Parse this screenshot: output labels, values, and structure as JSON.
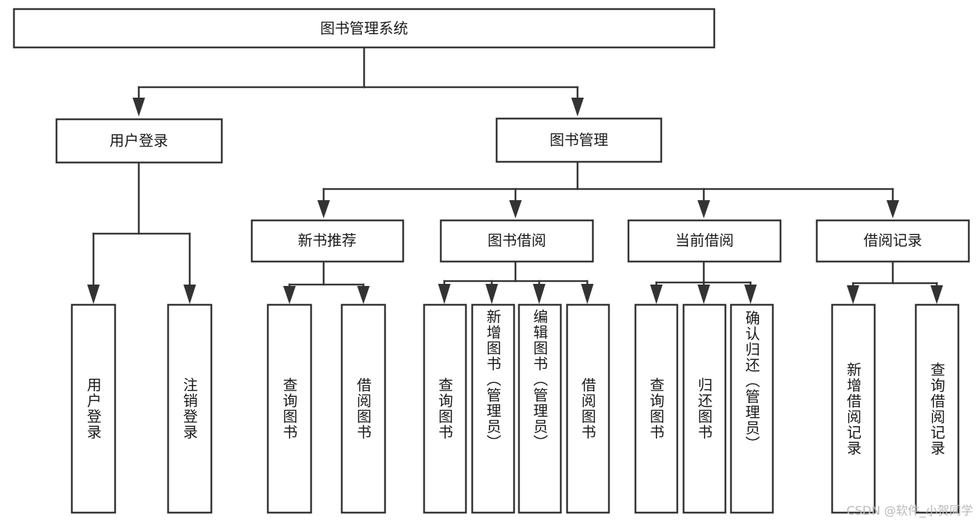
{
  "diagram": {
    "type": "tree-hierarchy",
    "title": "图书管理系统",
    "watermark": "CSDN @软件_小贺同学",
    "colors": {
      "background": "#ffffff",
      "stroke": "#333333",
      "box_fill": "#ffffff",
      "text": "#1a1a1a",
      "watermark": "#b9b9b9"
    },
    "levels": {
      "root": {
        "label": "图书管理系统"
      },
      "level1": [
        {
          "label": "用户登录"
        },
        {
          "label": "图书管理"
        }
      ],
      "level2": [
        {
          "label": "新书推荐"
        },
        {
          "label": "图书借阅"
        },
        {
          "label": "当前借阅"
        },
        {
          "label": "借阅记录"
        }
      ]
    },
    "leaves": {
      "user_login": [
        {
          "label": "用户登录"
        },
        {
          "label": "注销登录"
        }
      ],
      "new_book_recommend": [
        {
          "label": "查询图书"
        },
        {
          "label": "借阅图书"
        }
      ],
      "book_borrow": [
        {
          "label": "查询图书"
        },
        {
          "label": "新增图书（管理员）"
        },
        {
          "label": "编辑图书（管理员）"
        },
        {
          "label": "借阅图书"
        }
      ],
      "current_borrow": [
        {
          "label": "查询图书"
        },
        {
          "label": "归还图书"
        },
        {
          "label": "确认归还（管理员）"
        }
      ],
      "borrow_record": [
        {
          "label": "新增借阅记录"
        },
        {
          "label": "查询借阅记录"
        }
      ]
    }
  }
}
